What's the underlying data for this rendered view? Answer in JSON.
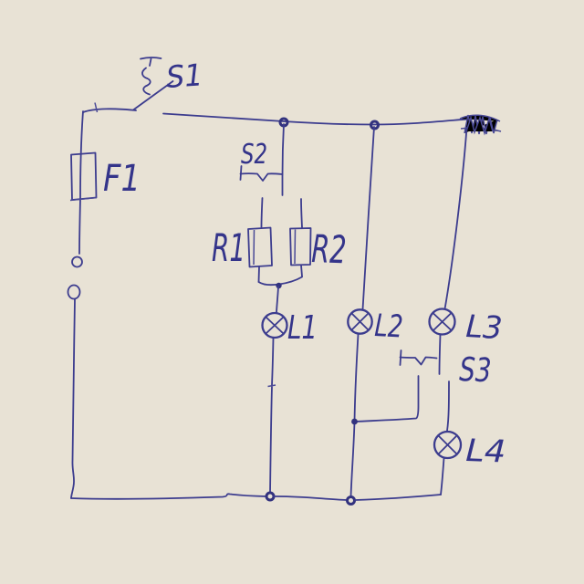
{
  "page": {
    "kind": "hand-drawn electrical circuit schematic (blue ballpoint pen on cream paper)",
    "ink_color": "#3c3c8e",
    "paper_color": "#e8e2d5"
  },
  "labels": {
    "s1": "S1",
    "f1": "F1",
    "s2": "S2",
    "r1": "R1",
    "r2": "R2",
    "l1": "L1",
    "l2": "L2",
    "l3": "L3",
    "s3": "S3",
    "l4": "L4"
  },
  "components": [
    {
      "id": "S1",
      "kind": "switch",
      "symbol": "open switch arm with pushbutton actuator"
    },
    {
      "id": "F1",
      "kind": "fuse",
      "symbol": "rectangle with wire through"
    },
    {
      "id": "S2",
      "kind": "switch",
      "symbol": "pushbutton contact"
    },
    {
      "id": "R1",
      "kind": "resistor",
      "symbol": "rectangle"
    },
    {
      "id": "R2",
      "kind": "resistor",
      "symbol": "rectangle"
    },
    {
      "id": "L1",
      "kind": "lamp",
      "symbol": "circle with cross"
    },
    {
      "id": "L2",
      "kind": "lamp",
      "symbol": "circle with cross"
    },
    {
      "id": "L3",
      "kind": "lamp",
      "symbol": "circle with cross"
    },
    {
      "id": "S3",
      "kind": "switch",
      "symbol": "pushbutton contact"
    },
    {
      "id": "L4",
      "kind": "lamp",
      "symbol": "circle with cross"
    },
    {
      "id": "supply",
      "kind": "open-terminals",
      "symbol": "two small circles in left rail"
    }
  ]
}
